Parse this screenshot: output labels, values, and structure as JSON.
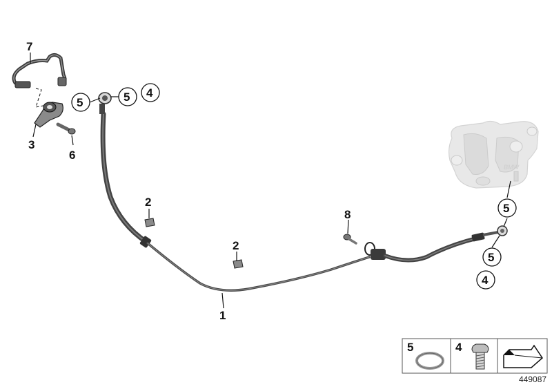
{
  "callouts": {
    "hose_main": "1",
    "clip_upper": "2",
    "clip_lower": "2",
    "bracket": "3",
    "gasket_top_right": "4",
    "gasket_caliper_bottom": "4",
    "ring_left": "5",
    "ring_top": "5",
    "ring_caliper_top": "5",
    "ring_caliper_mid": "5",
    "bolt": "6",
    "line_top": "7",
    "screw": "8"
  },
  "legend": {
    "ring_label": "5",
    "bolt_label": "4"
  },
  "diagram_id": "449087",
  "colors": {
    "hose": "#4a4a4a",
    "hose_highlight": "#7a7a7a",
    "caliper": "#e4e4e4",
    "line": "#111111"
  },
  "icons": {
    "direction": "arrow-direction-icon"
  }
}
